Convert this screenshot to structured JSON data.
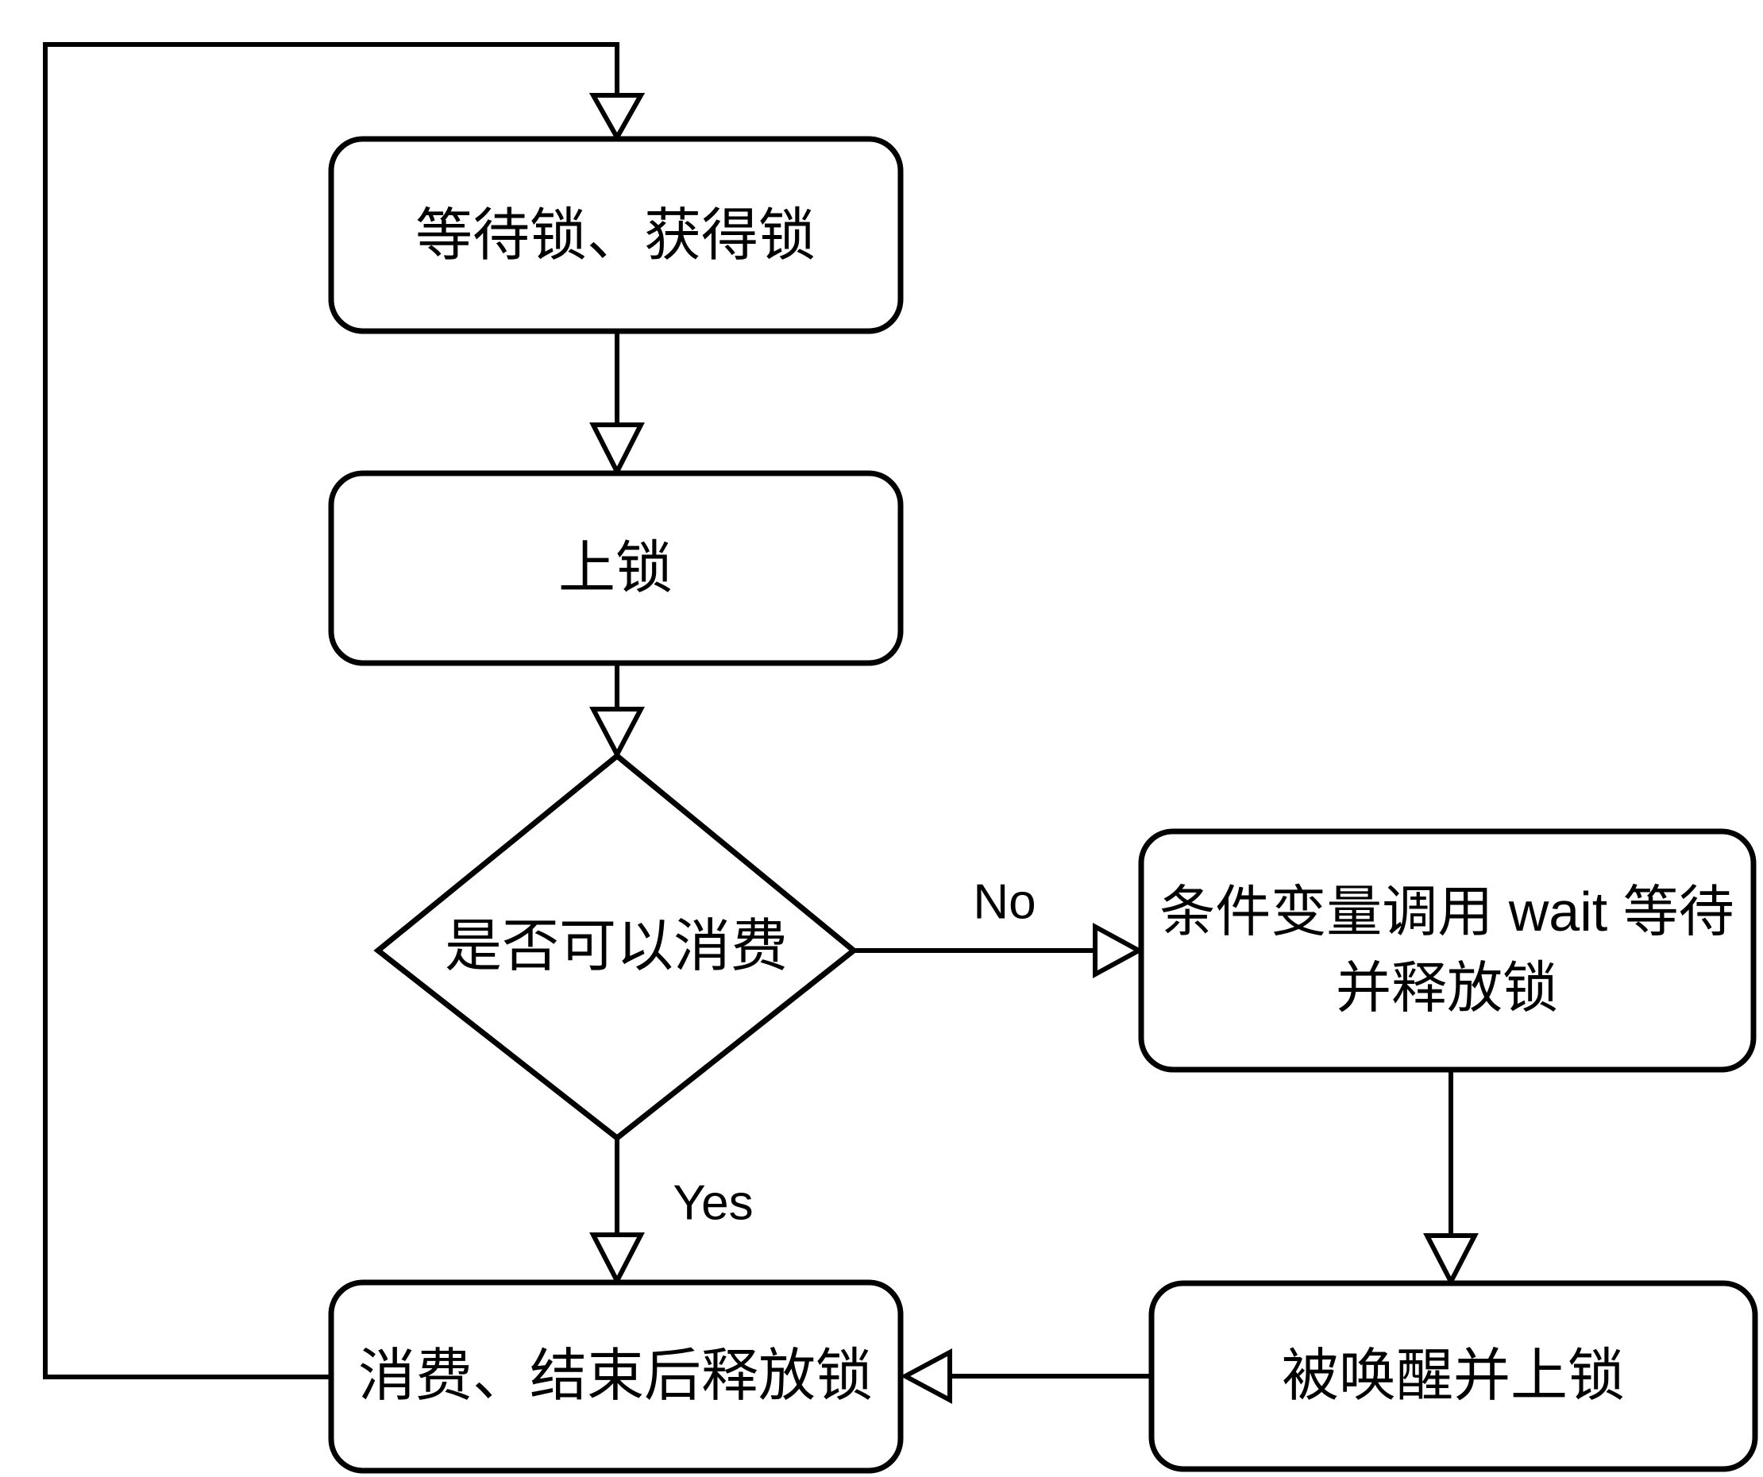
{
  "diagram": {
    "colors": {
      "background": "#ffffff",
      "line": "#000000",
      "text": "#000000",
      "node_fill": "#ffffff"
    },
    "nodes": {
      "wait_acquire": {
        "label": "等待锁、获得锁",
        "shape": "rounded-rect"
      },
      "lock": {
        "label": "上锁",
        "shape": "rounded-rect"
      },
      "can_consume": {
        "label": "是否可以消费",
        "shape": "diamond"
      },
      "cond_wait": {
        "label_line1": "条件变量调用 wait 等待",
        "label_line2": "并释放锁",
        "shape": "rounded-rect"
      },
      "consume_release": {
        "label": "消费、结束后释放锁",
        "shape": "rounded-rect"
      },
      "awakened": {
        "label": "被唤醒并上锁",
        "shape": "rounded-rect"
      }
    },
    "edge_labels": {
      "yes": "Yes",
      "no": "No"
    }
  }
}
